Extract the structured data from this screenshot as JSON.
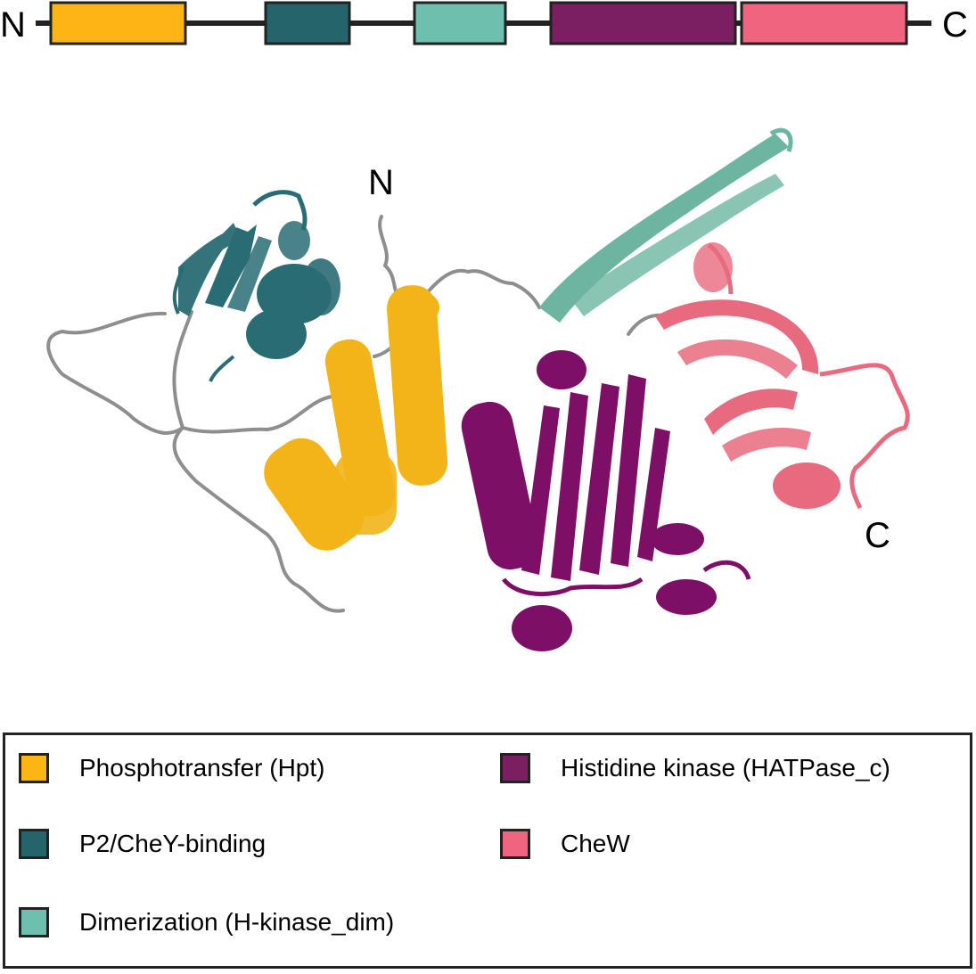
{
  "domain_map": {
    "n_label": "N",
    "c_label": "C",
    "domains": [
      {
        "key": "hpt",
        "color": "#FDB515"
      },
      {
        "key": "p2",
        "color": "#25646B"
      },
      {
        "key": "dim",
        "color": "#6EBFAE"
      },
      {
        "key": "hatpase",
        "color": "#7C1F62"
      },
      {
        "key": "chew",
        "color": "#F06480"
      }
    ]
  },
  "structure": {
    "n_label": "N",
    "c_label": "C",
    "colors": {
      "hpt": "#F2B418",
      "p2": "#2A6C74",
      "dim": "#6DB5A0",
      "hatpase": "#7D0F67",
      "chew": "#E86A7E",
      "linker": "#8E8E8E"
    }
  },
  "legend": {
    "items": [
      {
        "label": "Phosphotransfer (Hpt)",
        "color": "#FDB515"
      },
      {
        "label": "P2/CheY-binding",
        "color": "#25646B"
      },
      {
        "label": "Dimerization (H-kinase_dim)",
        "color": "#6EBFAE"
      },
      {
        "label": "Histidine kinase (HATPase_c)",
        "color": "#7C1F62"
      },
      {
        "label": "CheW",
        "color": "#F06480"
      }
    ]
  }
}
